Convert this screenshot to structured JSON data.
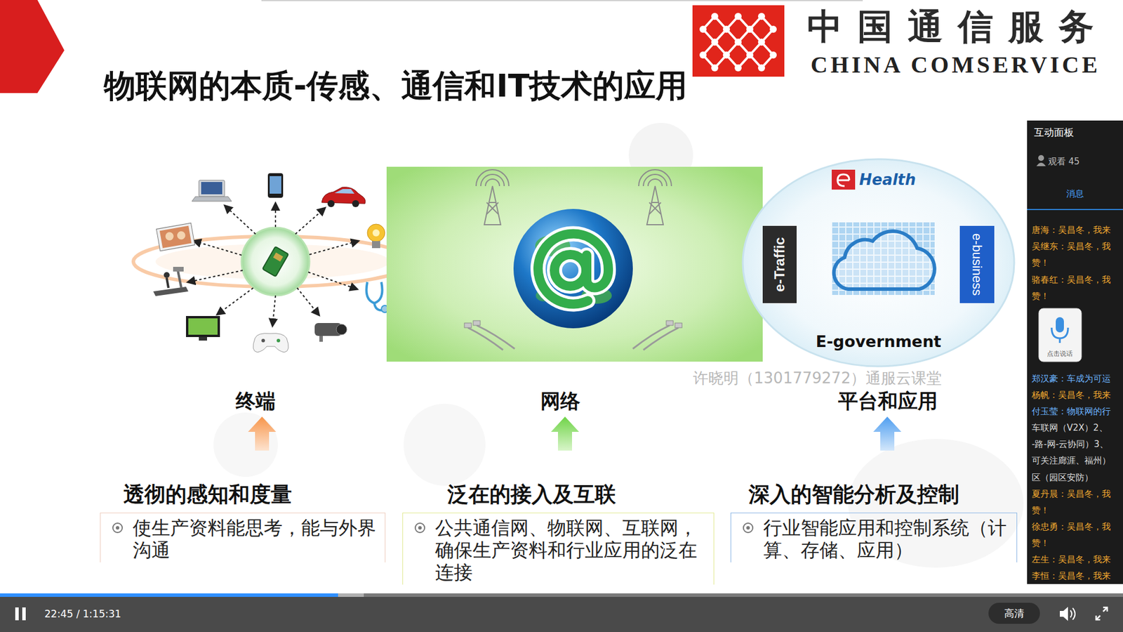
{
  "diagram": {
    "title": "物联网的本质-传感、通信和IT技术的应用",
    "nodes": [
      {
        "text": [
          "Health",
          "e-Traffic",
          "e-business",
          "E-government"
        ]
      },
      {
        "text": [
          "透彻的感知和度量",
          "使生产资料能思考，能与外界沟通"
        ]
      },
      {
        "text": [
          "泛在的接入及互联",
          "公共通信网、物联网、互联网，确保生产资料和行业应用的泛在连接"
        ]
      },
      {
        "text": [
          "深入的智能分析及控制",
          "行业智能应用和控制系统（计算、存储、应用）"
        ]
      }
    ],
    "labels": [
      "中国通信服务",
      "CHINA COMSERVICE",
      "终端",
      "网络",
      "平台和应用",
      "许晓明（1301779272）通服云课堂",
      "互动面板",
      "观看 45",
      "消息",
      "唐海：吴昌冬，我来",
      "吴继东：吴昌冬，我",
      "赞！",
      "骆春红：吴昌冬，我",
      "赞！",
      "郑汉豪：车成为可运",
      "杨帆：吴昌冬，我来",
      "付玉莹：物联网的行",
      "车联网（V2X）2、",
      "-路-网-云协同）3、",
      "可关注廊涯、福州）",
      "区（园区安防）",
      "夏丹晨：吴昌冬，我",
      "赞！",
      "徐忠勇：吴昌冬，我",
      "赞！",
      "左生：吴昌冬，我来",
      "李恒：吴昌冬，我来",
      "点击说话",
      "22:45 / 1:15:31",
      "高清"
    ]
  }
}
